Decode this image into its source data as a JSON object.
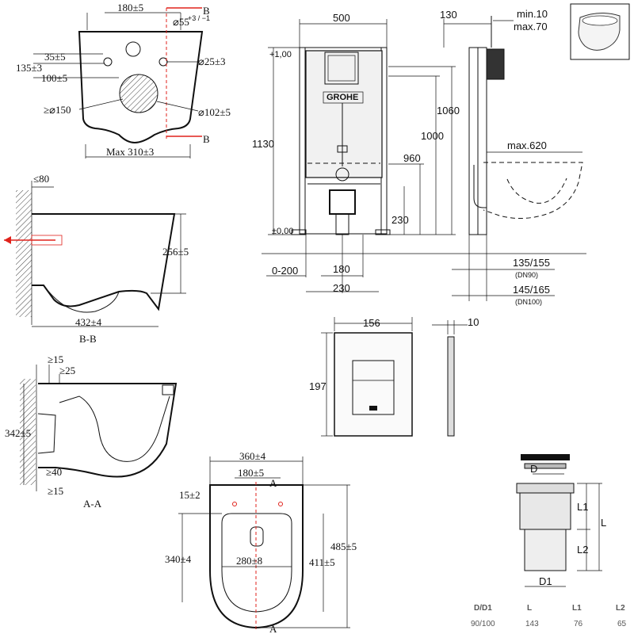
{
  "top_view": {
    "dim_width_180": "180±5",
    "dim_55": "⌀55",
    "dim_55_tol": "+3 / −1",
    "dim_35": "35±5",
    "dim_135": "135±3",
    "dim_100": "100±5",
    "dim_25": "⌀25±3",
    "dim_150": "≥⌀150",
    "dim_102": "⌀102±5",
    "dim_max310": "Max 310±3",
    "section_b": "B"
  },
  "section_bb": {
    "dim_80": "≤80",
    "dim_256": "256±5",
    "dim_432": "432±4",
    "label": "B-B"
  },
  "section_aa": {
    "dim_15_top": "≥15",
    "dim_25": "≥25",
    "dim_342": "342±5",
    "dim_40": "≥40",
    "dim_15_bot": "≥15",
    "label": "A-A"
  },
  "frame_front": {
    "dim_500": "500",
    "dim_1130": "1130",
    "dim_plus100": "+1,00",
    "dim_zero": "±0,00",
    "dim_1060": "1060",
    "dim_1000": "1000",
    "dim_960": "960",
    "dim_230_vert": "230",
    "dim_0_200": "0-200",
    "dim_180": "180",
    "dim_230": "230",
    "brand": "GROHE"
  },
  "frame_side": {
    "dim_130": "130",
    "dim_min10": "min.10",
    "dim_max70": "max.70",
    "dim_max620": "max.620",
    "dim_135_155": "135/155",
    "dim_dn90": "(DN90)",
    "dim_145_165": "145/165",
    "dim_dn100": "(DN100)"
  },
  "flush_plate": {
    "dim_156": "156",
    "dim_197": "197",
    "dim_10": "10"
  },
  "bottom_view": {
    "dim_360": "360±4",
    "dim_180": "180±5",
    "dim_15": "15±2",
    "dim_340": "340±4",
    "dim_280": "280±8",
    "dim_485": "485±5",
    "dim_411": "411±5",
    "section_a": "A"
  },
  "pipe": {
    "label_d": "D",
    "label_l": "L",
    "label_l1": "L1",
    "label_l2": "L2",
    "label_d1": "D1",
    "table_headers": [
      "D/D1",
      "L",
      "L1",
      "L2"
    ],
    "table_values": [
      "90/100",
      "143",
      "76",
      "65"
    ]
  },
  "thumbnail_icon": "wall-hung-toilet-icon"
}
